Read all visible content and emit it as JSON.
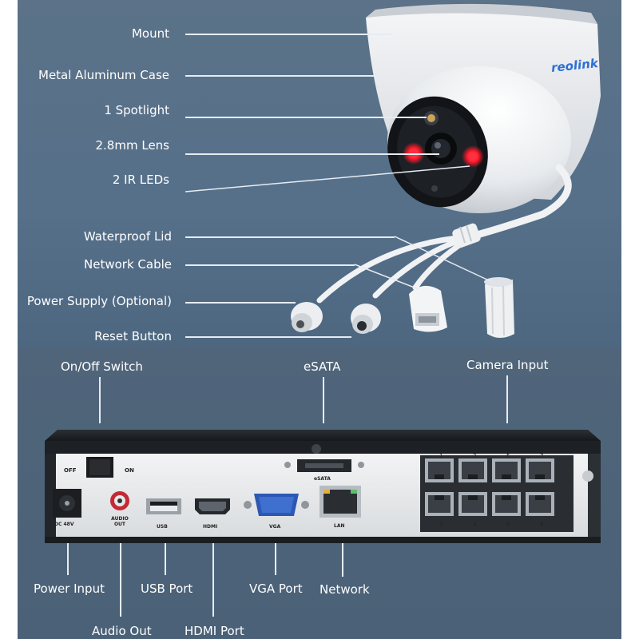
{
  "camera_labels": {
    "mount": "Mount",
    "case": "Metal Aluminum Case",
    "spotlight": "1 Spotlight",
    "lens": "2.8mm Lens",
    "ir_leds": "2 IR LEDs",
    "waterproof_lid": "Waterproof Lid",
    "network_cable": "Network Cable",
    "power_supply": "Power Supply (Optional)",
    "reset_button": "Reset Button"
  },
  "nvr_labels": {
    "on_off_switch": "On/Off Switch",
    "esata": "eSATA",
    "camera_input": "Camera Input",
    "power_input": "Power Input",
    "audio_out": "Audio Out",
    "usb_port": "USB Port",
    "hdmi_port": "HDMI Port",
    "vga_port": "VGA Port",
    "network": "Network"
  },
  "brand_logo": "reolink",
  "panel_text": {
    "off": "OFF",
    "on": "ON",
    "dc": "DC 48V",
    "audio_out": "AUDIO OUT",
    "usb": "USB",
    "hdmi": "HDMI",
    "vga": "VGA",
    "lan": "LAN",
    "esata": "eSATA",
    "port_top": [
      "1",
      "3",
      "5",
      "7"
    ],
    "port_bottom": [
      "2",
      "4",
      "6",
      "8"
    ]
  },
  "colors": {
    "background": "#56708a",
    "leader_line": "#e6ecf2",
    "ir_led": "#ff2030"
  }
}
